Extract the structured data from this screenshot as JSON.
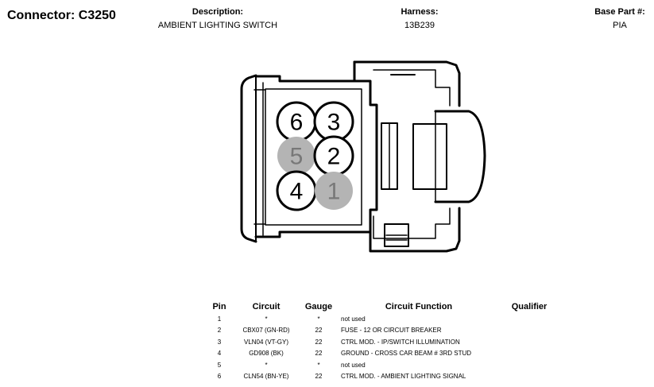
{
  "header": {
    "connector": "Connector: C3250",
    "description_label": "Description:",
    "description_value": "AMBIENT LIGHTING SWITCH",
    "harness_label": "Harness:",
    "harness_value": "13B239",
    "base_part_label": "Base Part #:",
    "base_part_value": "PIA"
  },
  "pins": [
    {
      "label": "6",
      "used": true
    },
    {
      "label": "3",
      "used": true
    },
    {
      "label": "5",
      "used": false
    },
    {
      "label": "2",
      "used": true
    },
    {
      "label": "4",
      "used": true
    },
    {
      "label": "1",
      "used": false
    }
  ],
  "colors": {
    "unused_pin_fill": "#b4b4b4",
    "unused_pin_text": "#787878"
  },
  "table": {
    "headers": {
      "pin": "Pin",
      "circuit": "Circuit",
      "gauge": "Gauge",
      "function": "Circuit Function",
      "qualifier": "Qualifier"
    },
    "rows": [
      {
        "pin": "1",
        "circuit": "*",
        "gauge": "*",
        "function": "not used",
        "qualifier": ""
      },
      {
        "pin": "2",
        "circuit": "CBX07 (GN-RD)",
        "gauge": "22",
        "function": "FUSE - 12 OR CIRCUIT BREAKER",
        "qualifier": ""
      },
      {
        "pin": "3",
        "circuit": "VLN04 (VT-GY)",
        "gauge": "22",
        "function": "CTRL MOD. - IP/SWITCH ILLUMINATION",
        "qualifier": ""
      },
      {
        "pin": "4",
        "circuit": "GD908 (BK)",
        "gauge": "22",
        "function": "GROUND - CROSS CAR BEAM # 3RD STUD",
        "qualifier": ""
      },
      {
        "pin": "5",
        "circuit": "*",
        "gauge": "*",
        "function": "not used",
        "qualifier": ""
      },
      {
        "pin": "6",
        "circuit": "CLN54 (BN-YE)",
        "gauge": "22",
        "function": "CTRL MOD. - AMBIENT LIGHTING SIGNAL",
        "qualifier": ""
      }
    ]
  }
}
